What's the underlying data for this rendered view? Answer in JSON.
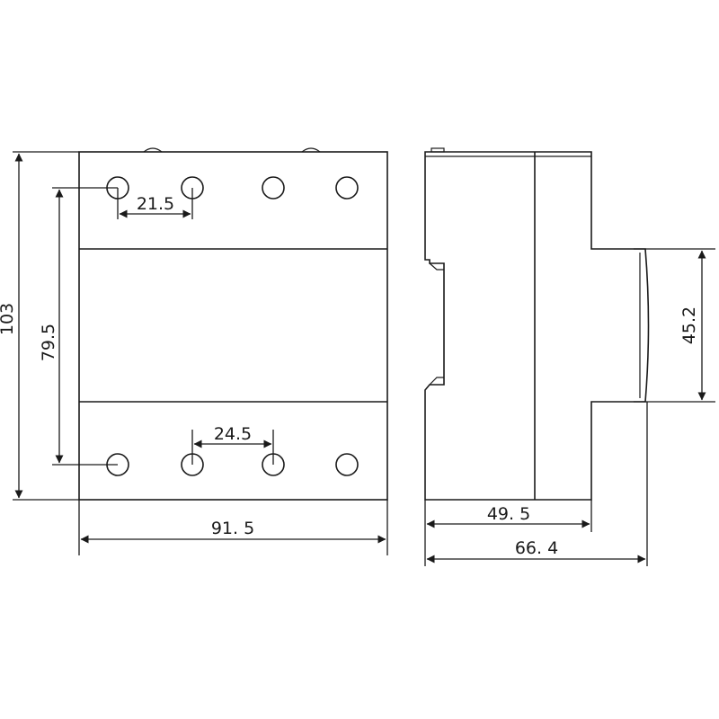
{
  "dimensions": {
    "height_total": "103",
    "mount_height": "79.5",
    "top_pitch": "21.5",
    "bottom_pitch": "24.5",
    "front_width": "91. 5",
    "rail_height": "45.2",
    "body_depth": "49. 5",
    "total_depth": "66. 4"
  }
}
